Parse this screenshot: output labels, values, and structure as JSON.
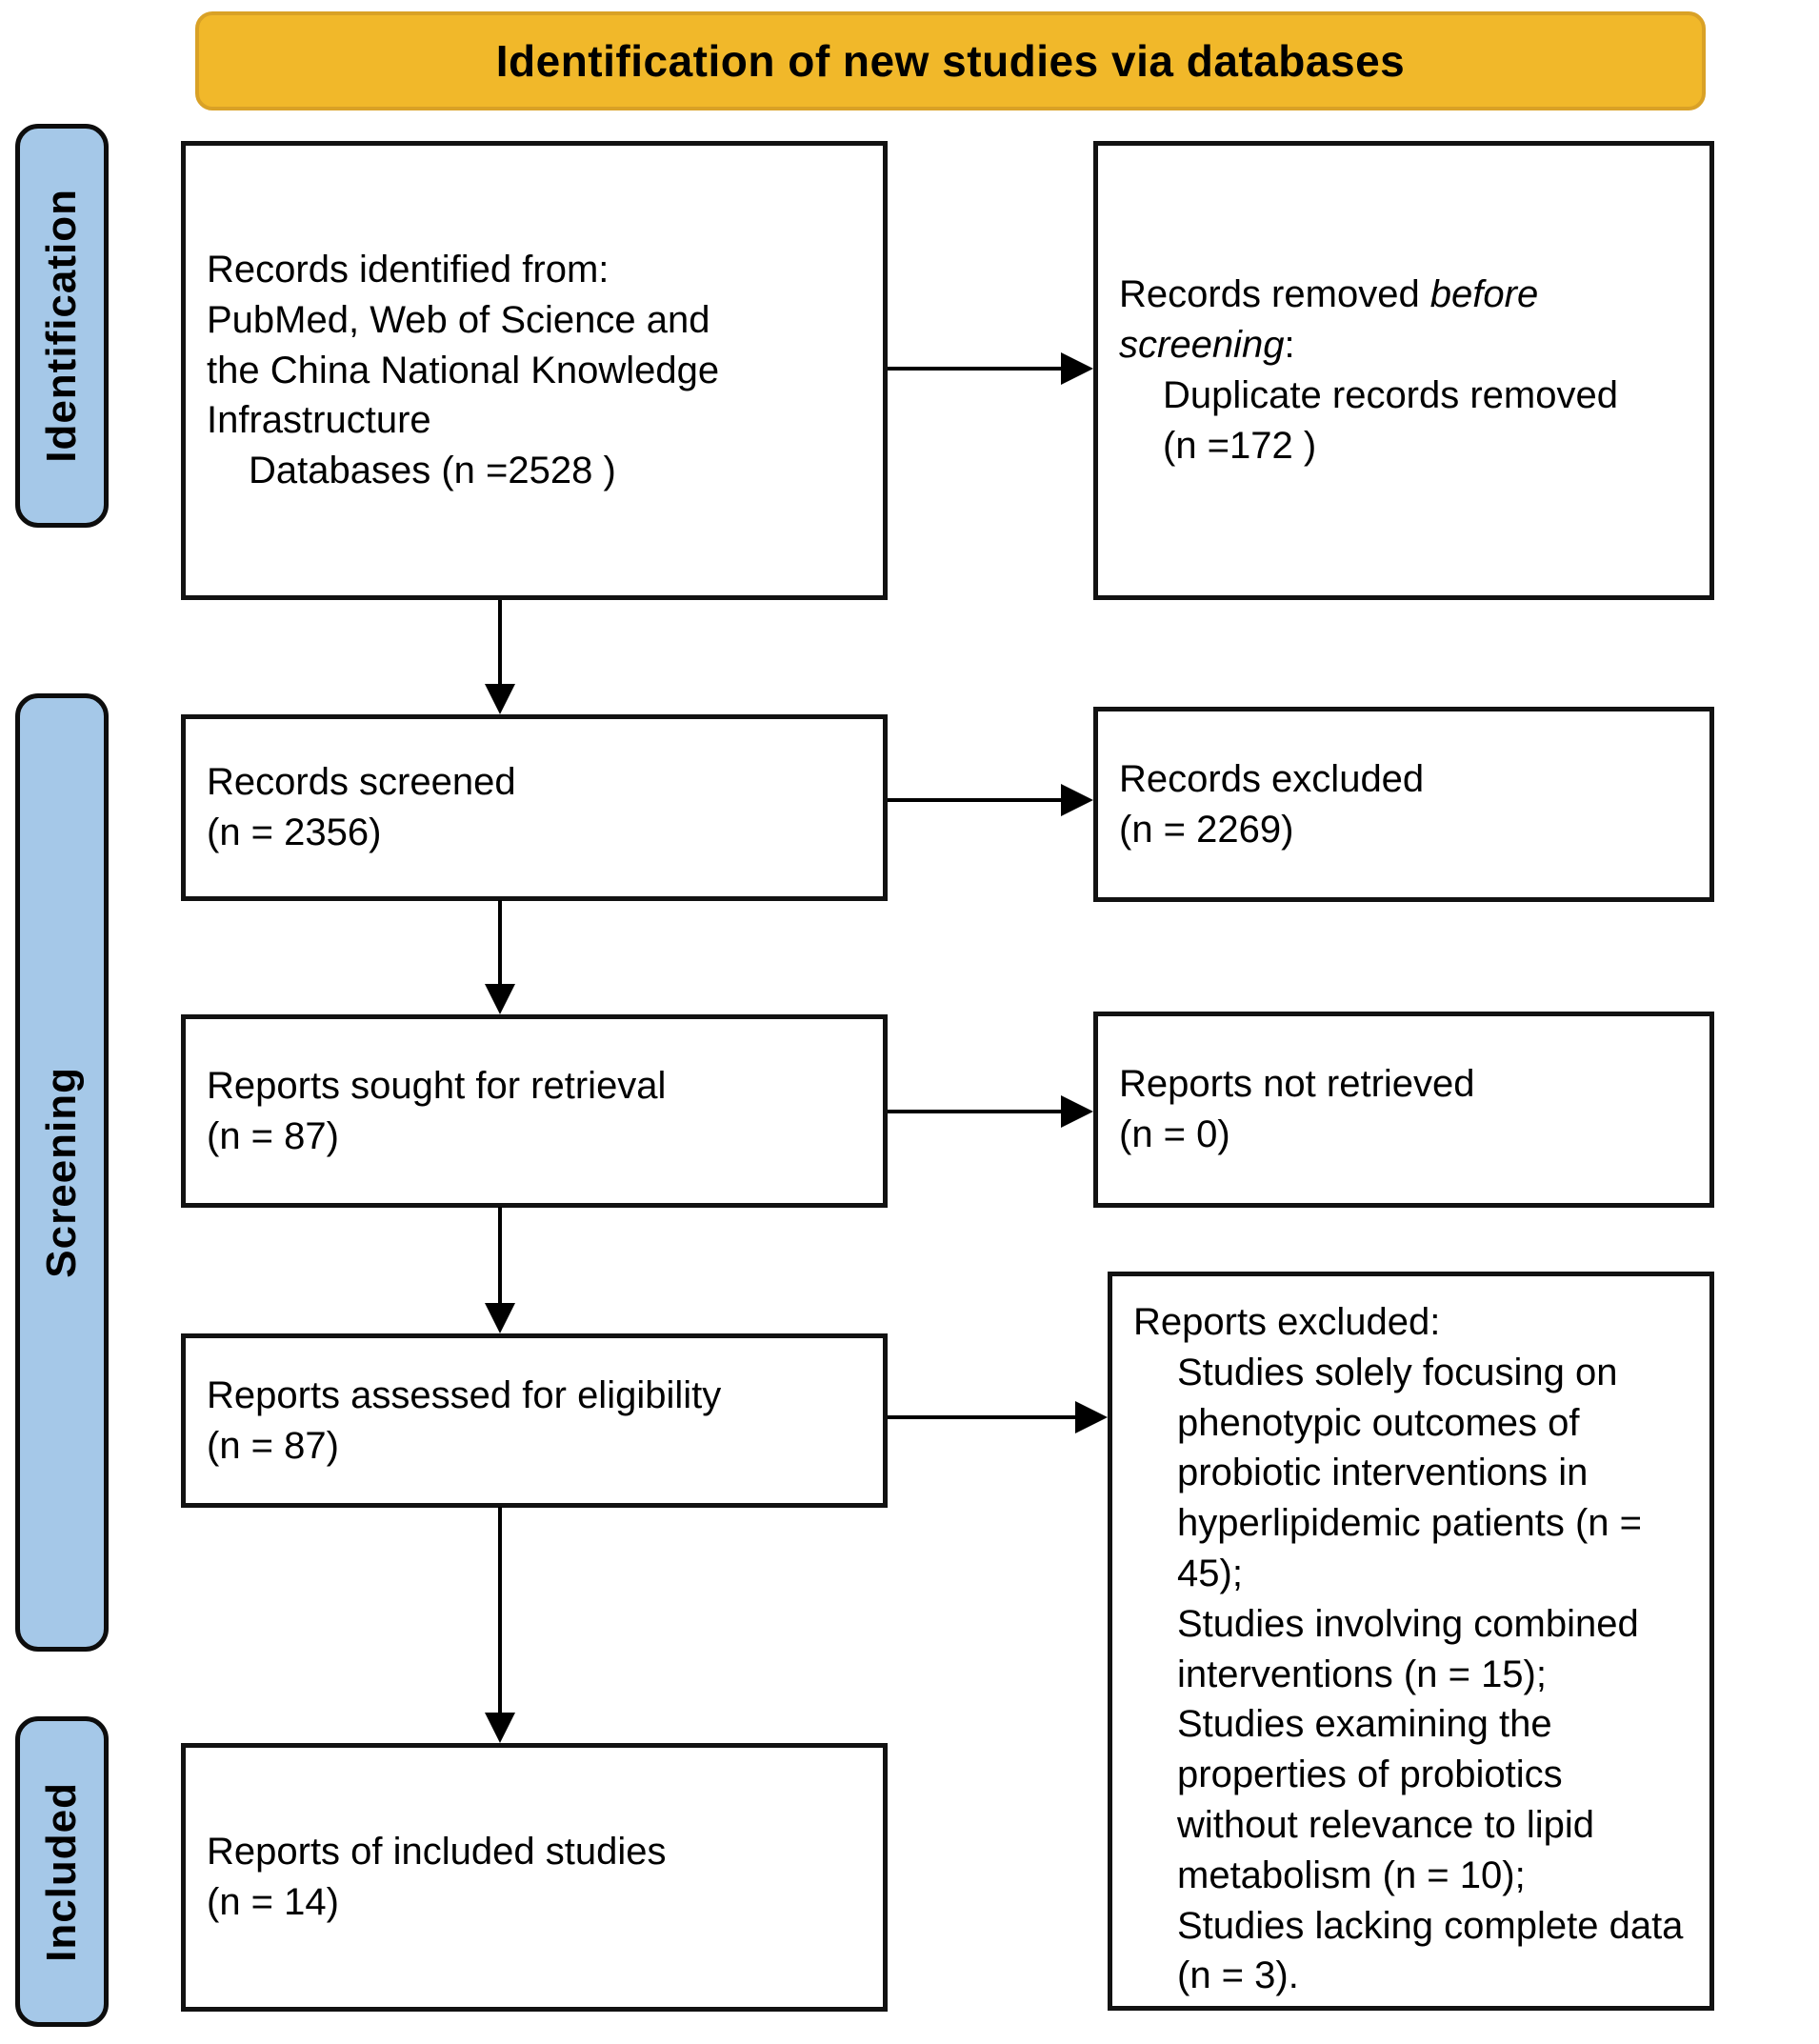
{
  "header": {
    "title": "Identification of new studies via databases"
  },
  "stages": [
    {
      "label": "Identification"
    },
    {
      "label": "Screening"
    },
    {
      "label": "Included"
    }
  ],
  "boxes": {
    "records_identified": {
      "lines": [
        "Records identified from:",
        "PubMed, Web of Science and",
        "the China National Knowledge",
        "Infrastructure"
      ],
      "indented_line": "Databases (n =2528 )"
    },
    "records_removed": {
      "line1_normal": "Records removed ",
      "line1_italic": "before",
      "line2_italic": "screening",
      "line2_normal": ":",
      "detail_lines": [
        "Duplicate records removed",
        "(n =172 )"
      ]
    },
    "records_screened": {
      "text": "Records screened",
      "n": "(n = 2356)"
    },
    "records_excluded": {
      "text": "Records excluded",
      "n": "(n = 2269)"
    },
    "reports_sought": {
      "text": "Reports sought for retrieval",
      "n": "(n = 87)"
    },
    "reports_not_retrieved": {
      "text": "Reports not retrieved",
      "n": "(n = 0)"
    },
    "reports_assessed": {
      "text": "Reports assessed for eligibility",
      "n": "(n = 87)"
    },
    "reports_excluded": {
      "title": "Reports excluded:",
      "items": [
        "Studies solely focusing on phenotypic outcomes of probiotic interventions in hyperlipidemic patients (n = 45);",
        "Studies involving combined interventions (n = 15);",
        "Studies examining the properties of probiotics without relevance to lipid metabolism (n = 10);",
        "Studies lacking complete data (n = 3)."
      ]
    },
    "reports_included": {
      "text": "Reports of included studies",
      "n": "(n = 14)"
    }
  },
  "colors": {
    "banner_bg": "#F1B82A",
    "banner_border": "#D9A126",
    "stage_bg": "#A5C8E8",
    "box_border": "#121212",
    "arrow": "#000000"
  }
}
